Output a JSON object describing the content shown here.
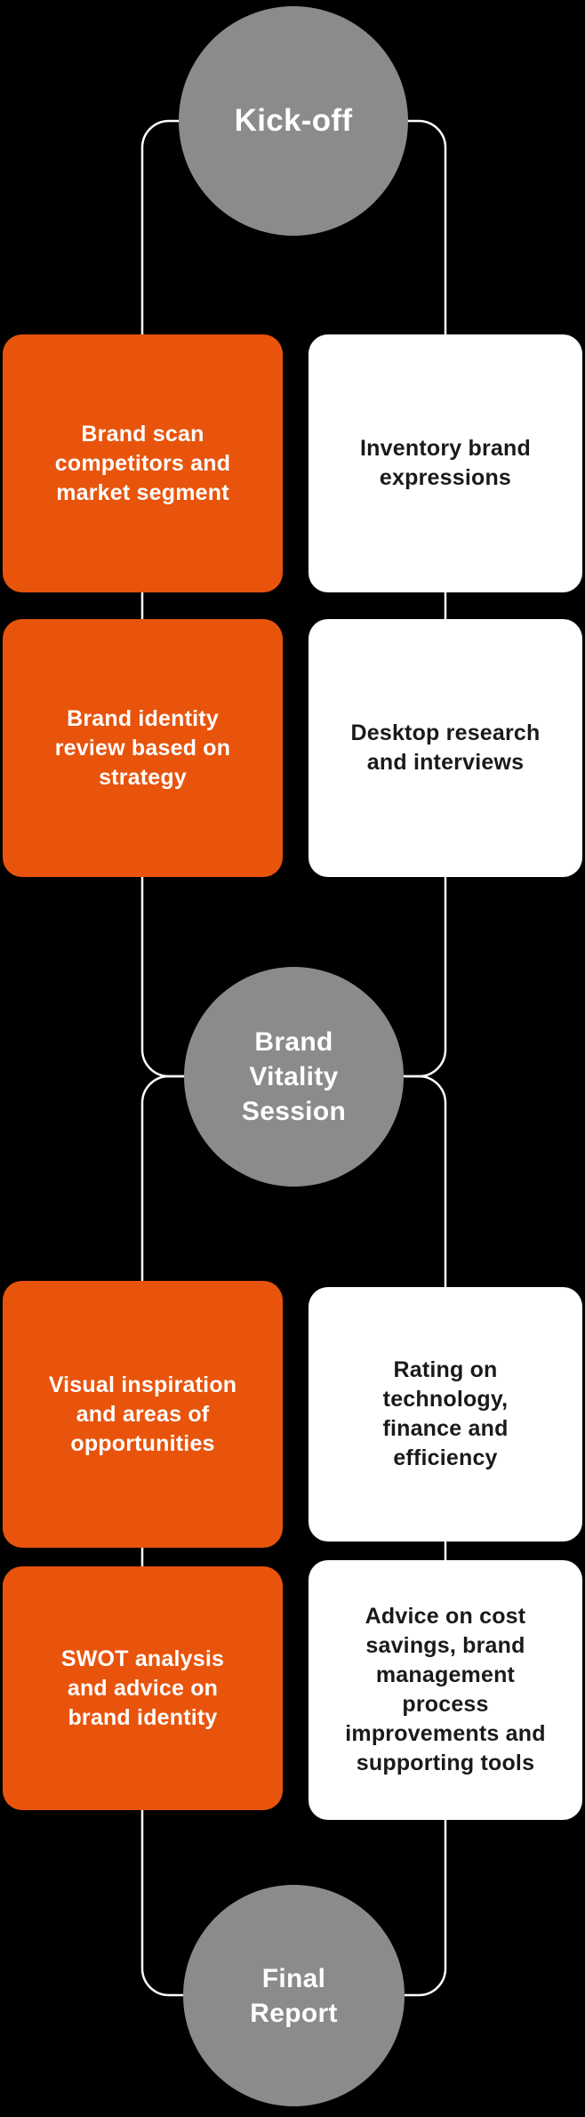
{
  "colors": {
    "background": "#000000",
    "orange": "#E8540C",
    "gray": "#8B8B8B",
    "box_white": "#FFFFFF",
    "line": "#FFFFFF",
    "text_light": "#FFFFFF",
    "text_dark": "#1A1A1A"
  },
  "circles": [
    {
      "id": "kickoff",
      "label": "Kick-off"
    },
    {
      "id": "brand-vitality-session",
      "label": "Brand\nVitality\nSession"
    },
    {
      "id": "final-report",
      "label": "Final\nReport"
    }
  ],
  "boxes": [
    {
      "id": "brand-scan",
      "type": "orange",
      "label": "Brand scan\ncompetitors and\nmarket segment"
    },
    {
      "id": "inventory-brand-expressions",
      "type": "white",
      "label": "Inventory brand\nexpressions"
    },
    {
      "id": "brand-identity-review",
      "type": "orange",
      "label": "Brand identity\nreview based on\nstrategy"
    },
    {
      "id": "desktop-research",
      "type": "white",
      "label": "Desktop research\nand interviews"
    },
    {
      "id": "visual-inspiration",
      "type": "orange",
      "label": "Visual inspiration\nand areas of\nopportunities"
    },
    {
      "id": "rating-technology-finance",
      "type": "white",
      "label": "Rating on\ntechnology,\nfinance and\nefficiency"
    },
    {
      "id": "swot-analysis",
      "type": "orange",
      "label": "SWOT analysis\nand advice on\nbrand identity"
    },
    {
      "id": "advice-cost-savings",
      "type": "white",
      "label": "Advice on cost\nsavings, brand\nmanagement\nprocess\nimprovements and\nsupporting tools"
    }
  ]
}
